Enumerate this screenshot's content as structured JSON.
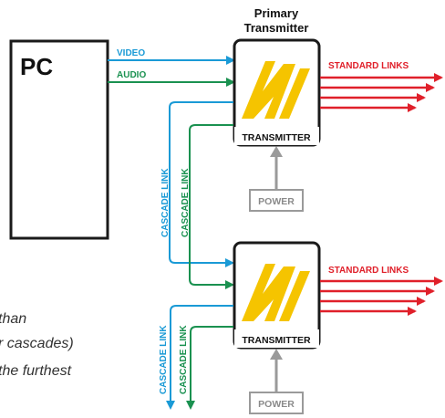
{
  "pc": {
    "label": "PC"
  },
  "primary": {
    "title_line1": "Primary",
    "title_line2": "Transmitter"
  },
  "signals": {
    "video": "VIDEO",
    "audio": "AUDIO"
  },
  "links": {
    "standard_top": "STANDARD LINKS",
    "standard_bottom": "STANDARD LINKS",
    "cascade_blue": "CASCADE LINK",
    "cascade_green": "CASCADE LINK",
    "cascade_out_blue": "CASCADE LINK",
    "cascade_out_green": "CASCADE LINK"
  },
  "units": {
    "top": {
      "label": "TRANSMITTER",
      "power": "POWER"
    },
    "bottom": {
      "label": "TRANSMITTER",
      "power": "POWER"
    }
  },
  "note": {
    "line1": "than",
    "line2": "r cascades)",
    "line3": "the furthest"
  },
  "colors": {
    "blue": "#1a9ad6",
    "green": "#1a9150",
    "red": "#e0202a",
    "yellow": "#f5c400",
    "gray": "#9a9a9a"
  }
}
